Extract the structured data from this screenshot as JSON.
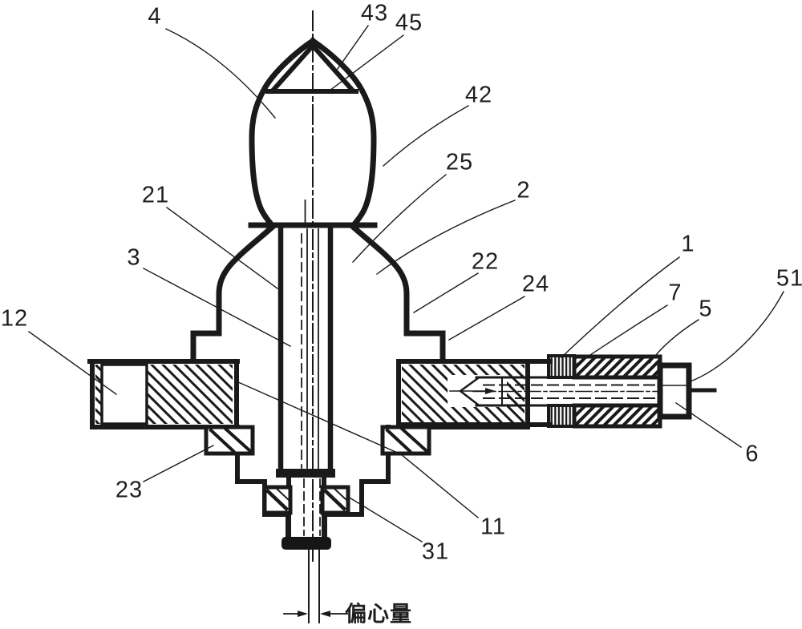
{
  "figure": {
    "background": "#ffffff",
    "line_color": "#1a1a1a",
    "part_labels": [
      {
        "text": "4"
      },
      {
        "text": "43"
      },
      {
        "text": "45"
      },
      {
        "text": "42"
      },
      {
        "text": "25"
      },
      {
        "text": "2"
      },
      {
        "text": "21"
      },
      {
        "text": "3"
      },
      {
        "text": "22"
      },
      {
        "text": "24"
      },
      {
        "text": "1"
      },
      {
        "text": "7"
      },
      {
        "text": "51"
      },
      {
        "text": "5"
      },
      {
        "text": "12"
      },
      {
        "text": "23"
      },
      {
        "text": "11"
      },
      {
        "text": "31"
      },
      {
        "text": "6"
      }
    ],
    "dimension_label": {
      "text": "偏心量"
    }
  }
}
